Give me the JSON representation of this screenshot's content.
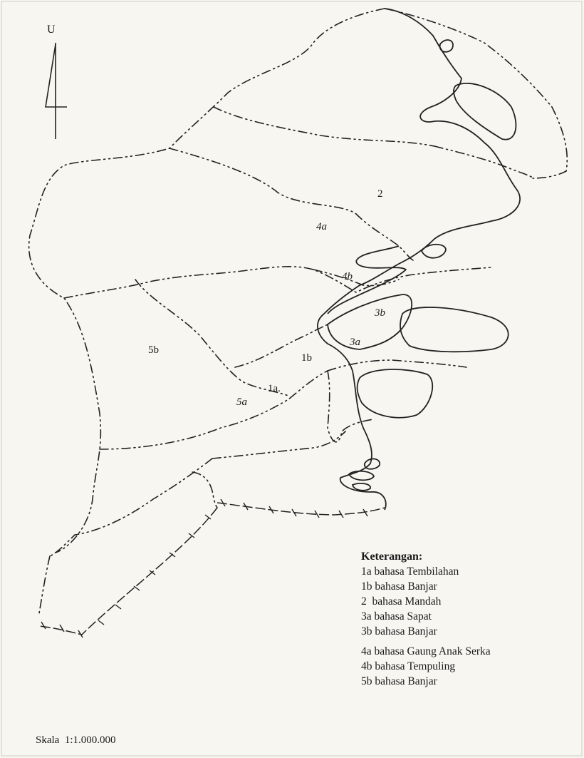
{
  "north": {
    "letter": "U",
    "arrow_icon": "north-arrow-icon"
  },
  "regions": [
    {
      "code": "2"
    },
    {
      "code": "4a"
    },
    {
      "code": "4b"
    },
    {
      "code": "3b"
    },
    {
      "code": "3a"
    },
    {
      "code": "1b"
    },
    {
      "code": "1a."
    },
    {
      "code": "5a"
    },
    {
      "code": "5b"
    }
  ],
  "legend": {
    "title": "Keterangan:",
    "items": [
      "1a bahasa Tembilahan",
      "1b bahasa Banjar",
      "2  bahasa Mandah",
      "3a bahasa Sapat",
      "3b bahasa Banjar",
      "4a bahasa Gaung Anak Serka",
      "4b bahasa Tempuling",
      "5b bahasa Banjar"
    ]
  },
  "scale": "Skala  1:1.000.000",
  "colors": {
    "ink": "#1a1a1a",
    "paper": "#f7f6f1"
  }
}
